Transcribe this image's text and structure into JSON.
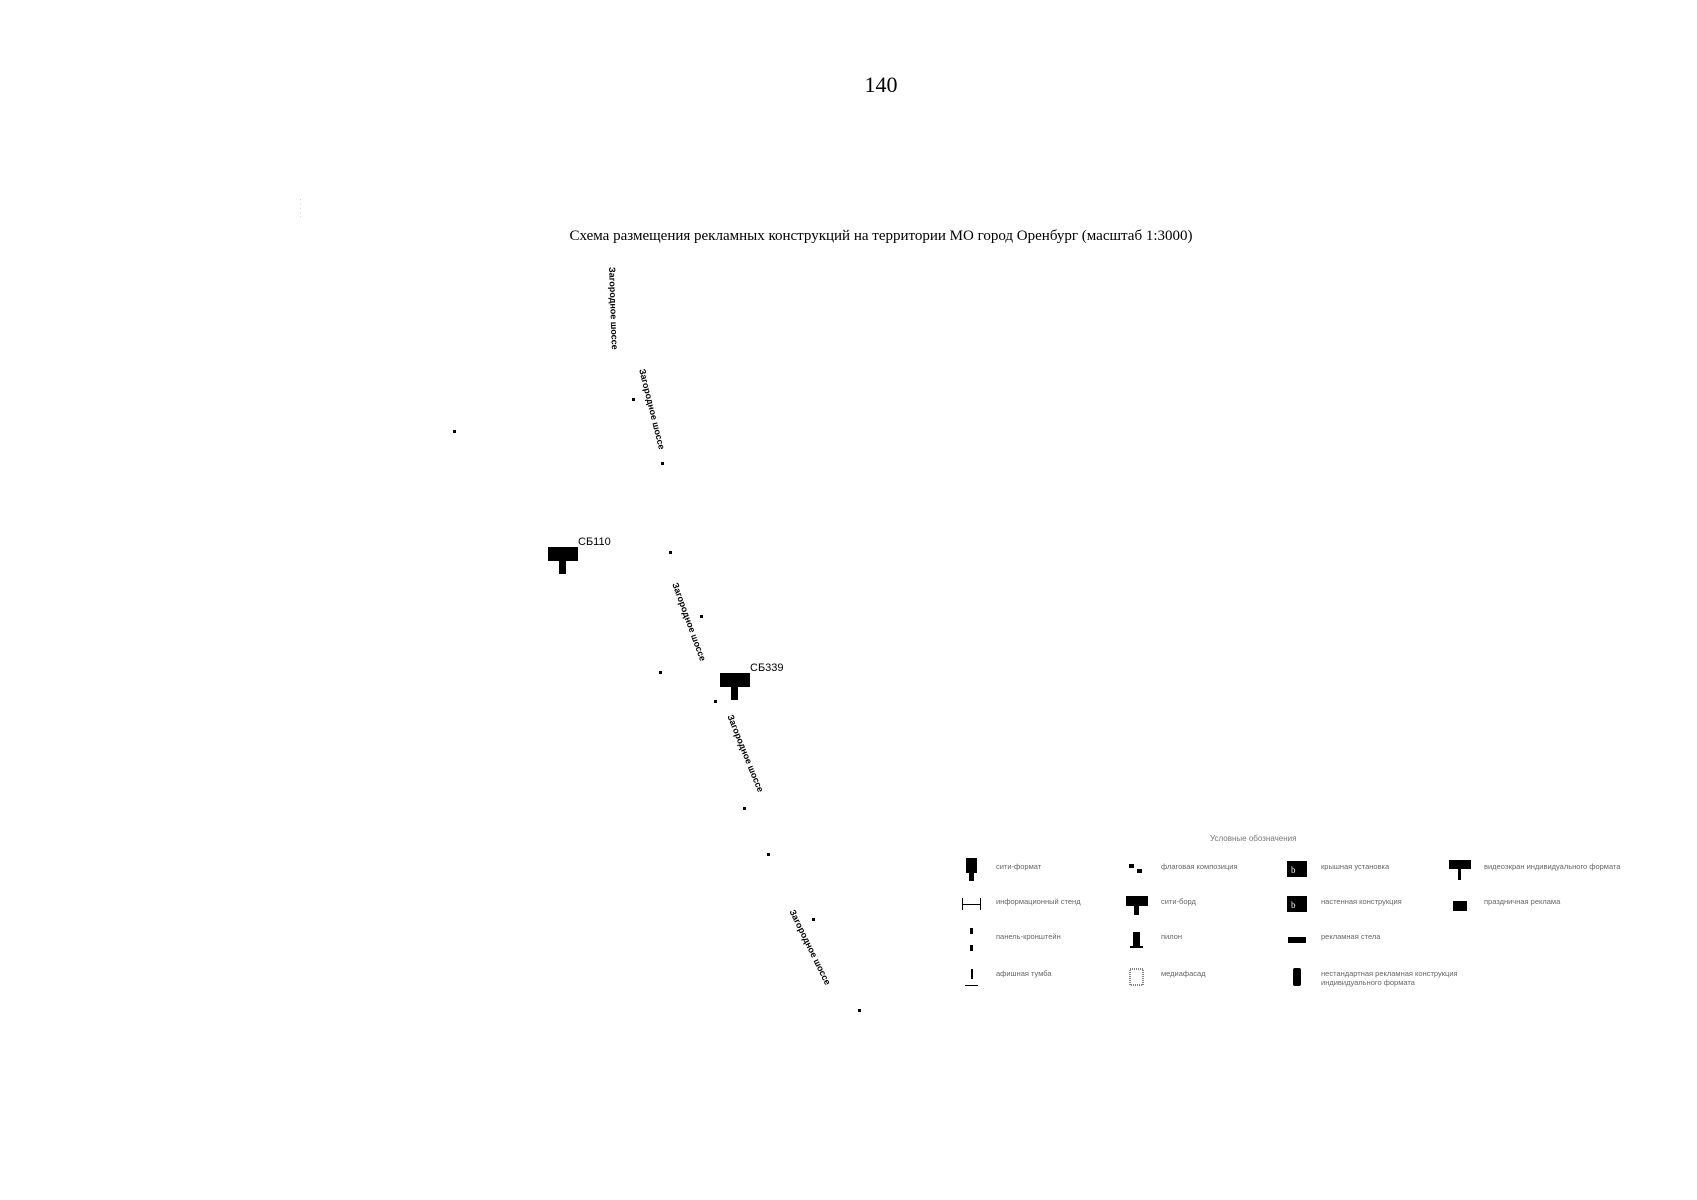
{
  "page_number": "140",
  "title": "Схема размещения рекламных конструкций на территории МО город Оренбург (масштаб 1:3000)",
  "roads": [
    "Загородное шоссе",
    "Загородное шоссе",
    "Загородное шоссе",
    "Загородное шоссе",
    "Загородное шоссе"
  ],
  "markers": [
    {
      "id": "СБ110",
      "type": "сити-борд"
    },
    {
      "id": "СБ339",
      "type": "сити-борд"
    }
  ],
  "legend": {
    "title": "Условные обозначения",
    "items": [
      {
        "label": "сити-формат",
        "icon": "city-format-icon"
      },
      {
        "label": "флаговая композиция",
        "icon": "flag-composition-icon"
      },
      {
        "label": "крышная установка",
        "icon": "roof-installation-icon"
      },
      {
        "label": "видеоэкран индивидуального формата",
        "icon": "video-screen-icon"
      },
      {
        "label": "информационный стенд",
        "icon": "info-stand-icon"
      },
      {
        "label": "сити-борд",
        "icon": "city-board-icon"
      },
      {
        "label": "настенная конструкция",
        "icon": "wall-construction-icon"
      },
      {
        "label": "праздничная реклама",
        "icon": "holiday-advert-icon"
      },
      {
        "label": "панель-кронштейн",
        "icon": "bracket-panel-icon"
      },
      {
        "label": "пилон",
        "icon": "pylon-icon"
      },
      {
        "label": "рекламная стела",
        "icon": "stele-icon"
      },
      {
        "label": "афишная тумба",
        "icon": "poster-column-icon"
      },
      {
        "label": "медиафасад",
        "icon": "media-facade-icon"
      },
      {
        "label": "нестандартная рекламная конструкция индивидуального формата",
        "icon": "custom-construction-icon"
      }
    ]
  }
}
